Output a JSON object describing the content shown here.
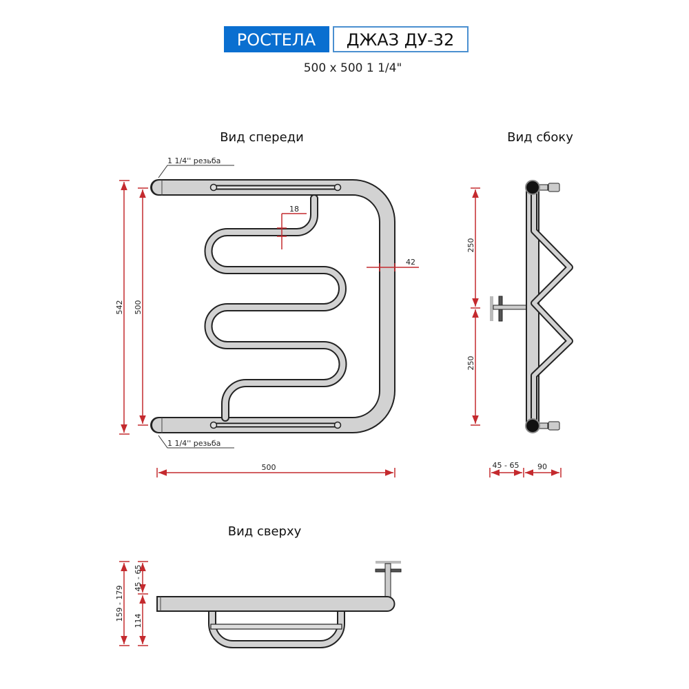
{
  "header": {
    "brand": "РОСТЕЛА",
    "model": "ДЖАЗ ДУ-32",
    "size": "500 x 500 1 1/4\""
  },
  "colors": {
    "brand_blue": "#0a6fd0",
    "dimension_red": "#c42a2e",
    "tube": "#d2d2d2"
  },
  "front_view": {
    "title": "Вид спереди",
    "thread_top": "1 1/4'' резьба",
    "thread_bottom": "1 1/4'' резьба",
    "dim_total_height": "542",
    "dim_center_height": "500",
    "dim_width": "500",
    "dim_snake_tube": "18",
    "dim_main_tube": "42"
  },
  "side_view": {
    "title": "Вид сбоку",
    "dim_upper": "250",
    "dim_lower": "250",
    "dim_wall_offset": "45 - 65",
    "dim_depth": "90"
  },
  "top_view": {
    "title": "Вид сверху",
    "dim_total_depth": "159 - 179",
    "dim_wall_offset": "45 - 65",
    "dim_body": "114"
  }
}
